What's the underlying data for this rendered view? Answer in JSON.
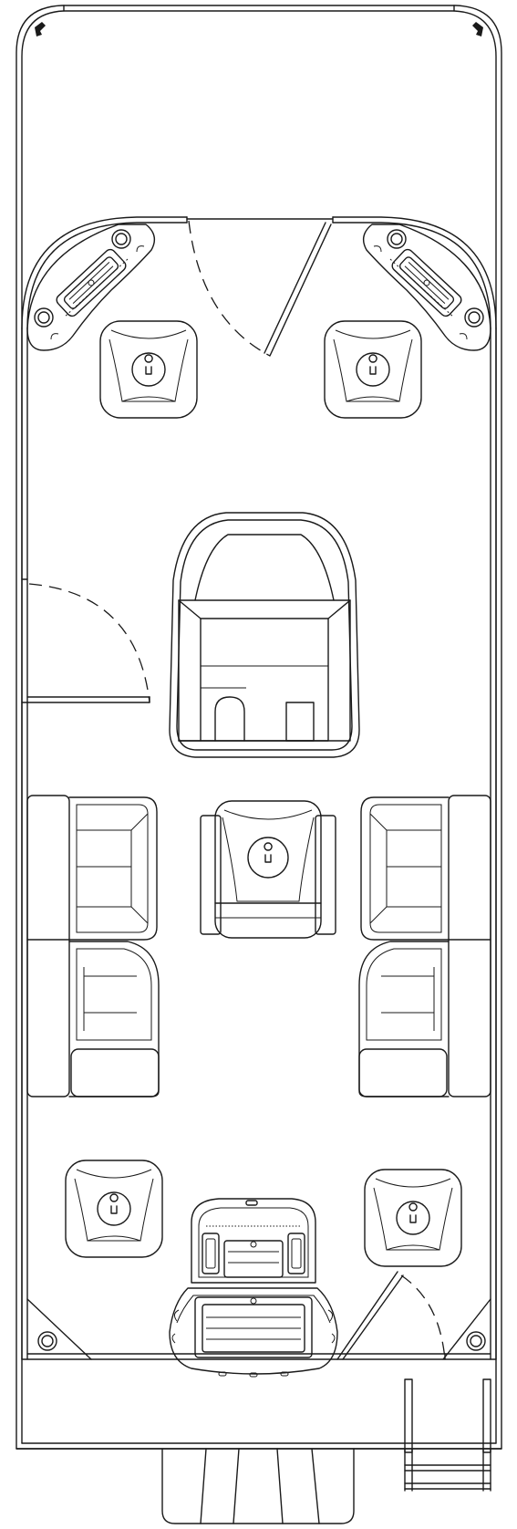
{
  "drawing": {
    "type": "pontoon-boat-floor-plan",
    "line_color": "#1a1a1a",
    "background": "#ffffff",
    "orientation": "bow-up",
    "elements": [
      "bow-deck",
      "bow-gate",
      "bow-lounge-port",
      "bow-lounge-starboard",
      "bow-chair-port",
      "bow-chair-starboard",
      "side-gate",
      "helm-console",
      "helm-chair",
      "mid-lounge-port",
      "mid-lounge-starboard",
      "aft-chair-port",
      "aft-chair-starboard",
      "aft-bench",
      "aft-gate",
      "swim-ladder",
      "motor-pod"
    ]
  }
}
